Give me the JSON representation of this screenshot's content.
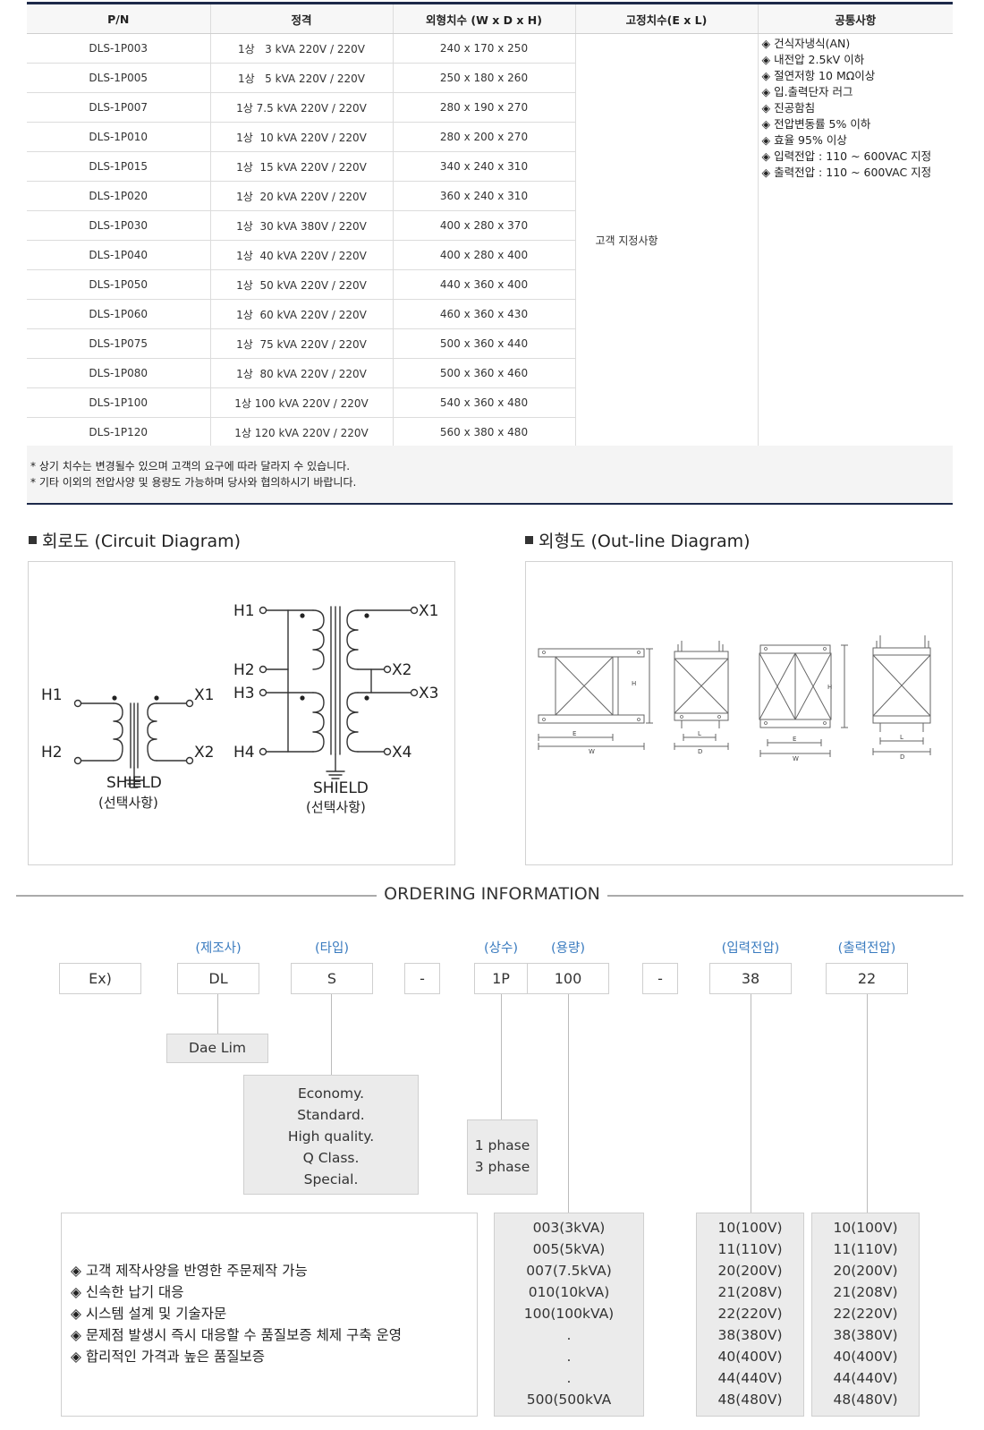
{
  "spec_table": {
    "headers": [
      "P/N",
      "정격",
      "외형치수 (W x D x H)",
      "고정치수(E x L)",
      "공통사항"
    ],
    "rows": [
      [
        "DLS-1P003",
        "1상   3 kVA 220V / 220V",
        "240 x 170 x 250"
      ],
      [
        "DLS-1P005",
        "1상   5 kVA 220V / 220V",
        "250 x 180 x 260"
      ],
      [
        "DLS-1P007",
        "1상 7.5 kVA 220V / 220V",
        "280 x 190 x 270"
      ],
      [
        "DLS-1P010",
        "1상  10 kVA 220V / 220V",
        "280 x 200 x 270"
      ],
      [
        "DLS-1P015",
        "1상  15 kVA 220V / 220V",
        "340 x 240 x 310"
      ],
      [
        "DLS-1P020",
        "1상  20 kVA 220V / 220V",
        "360 x 240 x 310"
      ],
      [
        "DLS-1P030",
        "1상  30 kVA 380V / 220V",
        "400 x 280 x 370"
      ],
      [
        "DLS-1P040",
        "1상  40 kVA 220V / 220V",
        "400 x 280 x 400"
      ],
      [
        "DLS-1P050",
        "1상  50 kVA 220V / 220V",
        "440 x 360 x 400"
      ],
      [
        "DLS-1P060",
        "1상  60 kVA 220V / 220V",
        "460 x 360 x 430"
      ],
      [
        "DLS-1P075",
        "1상  75 kVA 220V / 220V",
        "500 x 360 x 440"
      ],
      [
        "DLS-1P080",
        "1상  80 kVA 220V / 220V",
        "500 x 360 x 460"
      ],
      [
        "DLS-1P100",
        "1상 100 kVA 220V / 220V",
        "540 x 360 x 480"
      ],
      [
        "DLS-1P120",
        "1상 120 kVA 220V / 220V",
        "560 x 380 x 480"
      ]
    ],
    "fixed_dim_text": "고객 지정사항",
    "common_items": [
      "◈ 건식자냉식(AN)",
      "◈ 내전압 2.5kV 이하",
      "◈ 절연저항 10 MΩ이상",
      "◈ 입.출력단자 러그",
      "◈ 진공함침",
      "◈ 전압변동률 5% 이하",
      "◈ 효율 95% 이상",
      "◈ 입력전압 : 110 ~ 600VAC 지정",
      "◈ 출력전압 : 110 ~ 600VAC 지정"
    ],
    "notes": [
      "* 상기 치수는 변경될수 있으며 고객의 요구에  따라 달라지 수 있습니다.",
      "* 기타 이외의 전압사양 및 용량도 가능하며 당사와 협의하시기 바랍니다."
    ]
  },
  "circuit": {
    "title": "회로도 (Circuit Diagram)",
    "single": {
      "in": [
        "H1",
        "H2"
      ],
      "out": [
        "X1",
        "X2"
      ],
      "shield": "SHIELD",
      "shield_note": "(선택사항)"
    },
    "dual": {
      "in": [
        "H1",
        "H2",
        "H3",
        "H4"
      ],
      "out": [
        "X1",
        "X2",
        "X3",
        "X4"
      ],
      "shield": "SHIELD",
      "shield_note": "(선택사항)"
    }
  },
  "outline": {
    "title": "외형도 (Out-line Diagram)",
    "dim_labels": {
      "h": "H",
      "e": "E",
      "w": "W",
      "l": "L",
      "d": "D"
    }
  },
  "ordering": {
    "title": "ORDERING INFORMATION",
    "labels": {
      "maker": "(제조사)",
      "type": "(타입)",
      "phase": "(상수)",
      "capacity": "(용량)",
      "input": "(입력전압)",
      "output": "(출력전압)"
    },
    "cells": {
      "ex": "Ex)",
      "maker": "DL",
      "type": "S",
      "dash1": "-",
      "phase": "1P",
      "capacity": "100",
      "dash2": "-",
      "input": "38",
      "output": "22"
    },
    "maker_desc": "Dae Lim",
    "type_options": [
      "Economy.",
      "Standard.",
      "High quality.",
      "Q Class.",
      "Special."
    ],
    "phase_options": [
      "1 phase",
      "3 phase"
    ],
    "capacity_options": [
      "003(3kVA)",
      "005(5kVA)",
      "007(7.5kVA)",
      "010(10kVA)",
      "100(100kVA)",
      ".",
      ".",
      ".",
      "500(500kVA"
    ],
    "input_options": [
      "10(100V)",
      "11(110V)",
      "20(200V)",
      "21(208V)",
      "22(220V)",
      "38(380V)",
      "40(400V)",
      "44(440V)",
      "48(480V)"
    ],
    "output_options": [
      "10(100V)",
      "11(110V)",
      "20(200V)",
      "21(208V)",
      "22(220V)",
      "38(380V)",
      "40(400V)",
      "44(440V)",
      "48(480V)"
    ],
    "features": [
      "◈ 고객 제작사양을 반영한 주문제작 가능",
      "◈ 신속한 납기 대응",
      "◈ 시스템 설계 및 기술자문",
      "◈ 문제점 발생시 즉시 대응할 수 품질보증 체제 구축 운영",
      "◈ 합리적인 가격과 높은 품질보증"
    ]
  }
}
